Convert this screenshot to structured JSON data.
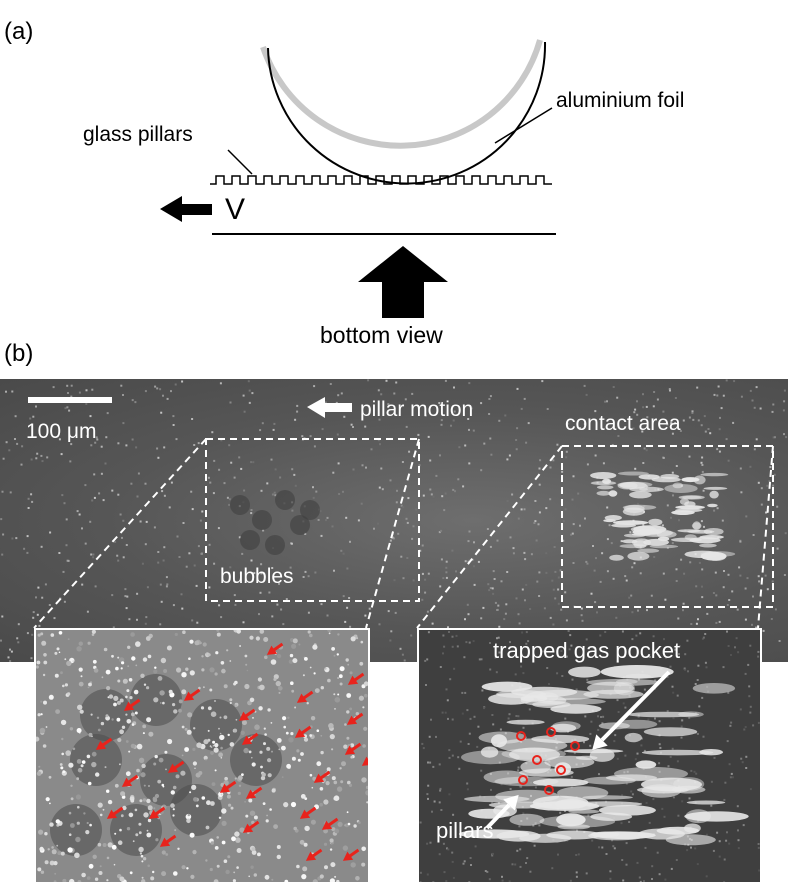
{
  "panel_a": {
    "label": "(a)",
    "aluminium_foil": "aluminium foil",
    "glass_pillars": "glass pillars",
    "velocity": "V",
    "bottom_view": "bottom view"
  },
  "panel_b": {
    "label": "(b)",
    "scale_bar": "100 μm",
    "pillar_motion": "pillar motion",
    "contact_area": "contact area",
    "bubbles": "bubbles",
    "trapped_gas_pocket": "trapped gas pocket",
    "pillars": "pillars"
  },
  "colors": {
    "arrow_red": "#e8231c",
    "foil_gray": "#c8c8c8",
    "pillar_marker": "#e8231c"
  }
}
